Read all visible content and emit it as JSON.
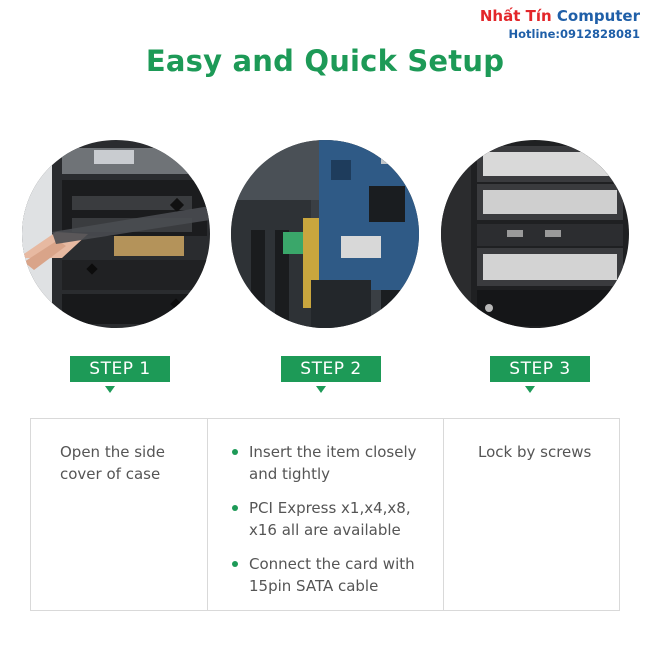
{
  "brand": {
    "name_part1": "Nhất Tín",
    "name_part2": "Computer",
    "hotline": "Hotline:0912828081"
  },
  "title": "Easy and Quick Setup",
  "colors": {
    "accent": "#1d9a57",
    "text": "#555555",
    "brand_red": "#e3262a",
    "brand_blue": "#1f5fa8"
  },
  "steps": [
    {
      "label": "STEP 1",
      "text": "Open the side cover of case"
    },
    {
      "label": "STEP 2",
      "bullets": [
        "Insert the item closely and tightly",
        "PCI Express x1,x4,x8, x16 all are available",
        "Connect the card with 15pin SATA cable"
      ]
    },
    {
      "label": "STEP 3",
      "text": "Lock by screws"
    }
  ]
}
